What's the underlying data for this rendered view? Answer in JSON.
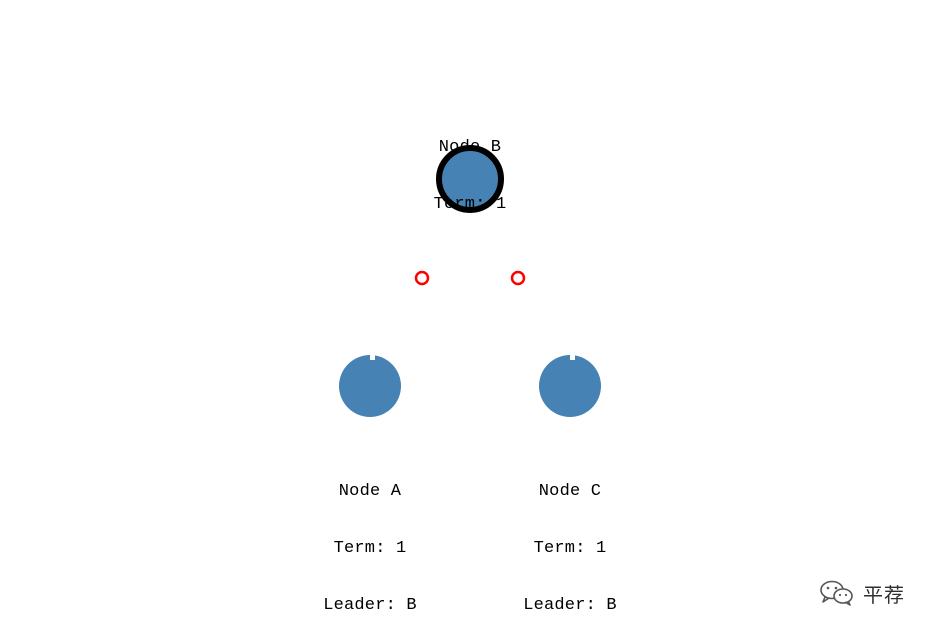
{
  "colors": {
    "node_fill": "#4682b4",
    "leader_border": "#000000",
    "message": "#ff0000",
    "background": "#ffffff"
  },
  "nodes": {
    "b": {
      "name": "Node B",
      "term": "Term: 1",
      "role": "leader"
    },
    "a": {
      "name": "Node A",
      "term": "Term: 1",
      "leader": "Leader: B",
      "role": "follower"
    },
    "c": {
      "name": "Node C",
      "term": "Term: 1",
      "leader": "Leader: B",
      "role": "follower"
    }
  },
  "messages": [
    {
      "from": "B",
      "to": "A"
    },
    {
      "from": "B",
      "to": "C"
    }
  ],
  "watermark": {
    "icon": "wechat-icon",
    "text": "平荐"
  }
}
